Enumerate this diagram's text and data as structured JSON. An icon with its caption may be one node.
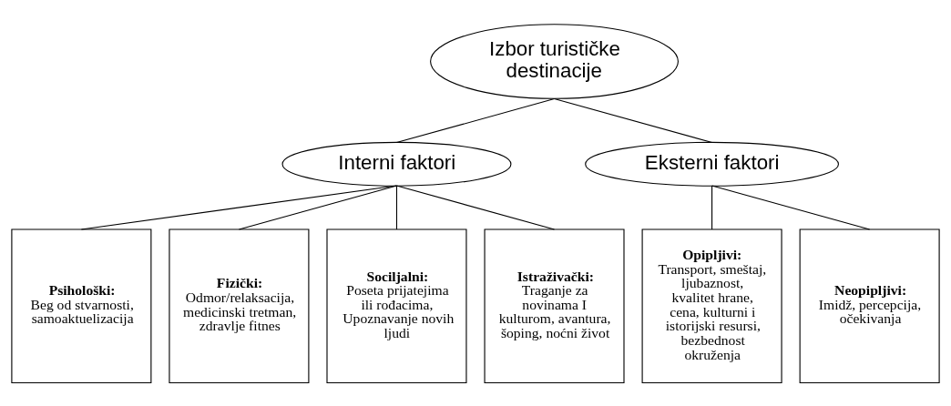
{
  "diagram": {
    "nodes": [
      {
        "text": [
          "Izbor turističke destinacije"
        ]
      },
      {
        "text": [
          "Interni faktori"
        ]
      },
      {
        "text": [
          "Eksterni faktori"
        ]
      },
      {
        "text": [
          "Psihološki:",
          "Beg od stvarnosti, samoaktuelizacija"
        ]
      },
      {
        "text": [
          "Fizički:",
          "Odmor/relaksacija, medicinski tretman, zdravlje fitnes"
        ]
      },
      {
        "text": [
          "Sociljalni:",
          "Poseta prijatejima ili rođacima, Upoznavanje novih ljudi"
        ]
      },
      {
        "text": [
          "Istraživački:",
          "Traganje za novinama I kulturom, avantura, šoping, noćni život"
        ]
      },
      {
        "text": [
          "Opipljivi:",
          "Transport, smeštaj, ljubaznost, kvalitet hrane, cena, kulturni i istorijski resursi, bezbednost okruženja"
        ]
      },
      {
        "text": [
          "Neopipljivi:",
          "Imidž, percepcija, očekivanja"
        ]
      }
    ],
    "edges": [
      {
        "from": 0,
        "to": 1,
        "arrow": "none"
      },
      {
        "from": 0,
        "to": 2,
        "arrow": "none"
      },
      {
        "from": 1,
        "to": 3,
        "arrow": "none"
      },
      {
        "from": 1,
        "to": 4,
        "arrow": "none"
      },
      {
        "from": 1,
        "to": 5,
        "arrow": "none"
      },
      {
        "from": 1,
        "to": 6,
        "arrow": "none"
      },
      {
        "from": 2,
        "to": 7,
        "arrow": "none"
      },
      {
        "from": 2,
        "to": 8,
        "arrow": "none"
      }
    ]
  }
}
